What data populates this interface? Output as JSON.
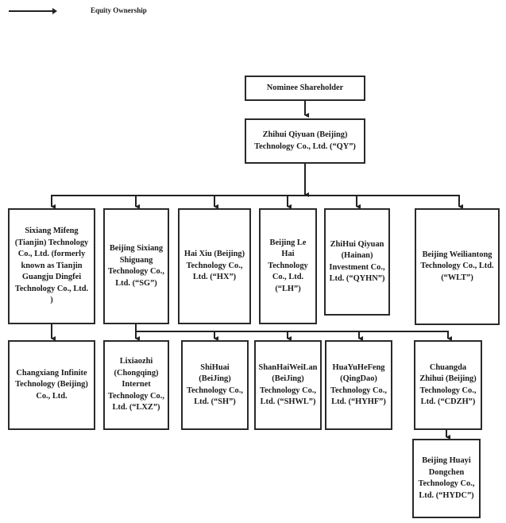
{
  "legend": {
    "arrow_icon": "arrow-right-icon",
    "label": "Equity Ownership"
  },
  "nodes": {
    "nominee": "Nominee Shareholder",
    "qy": "Zhihui Qiyuan (Beijing) Technology Co., Ltd. (“QY”)",
    "sixiang_mifeng": "Sixiang Mifeng (Tianjin) Technology Co., Ltd. (formerly known as Tianjin Guangju Dingfei Technology Co., Ltd. )",
    "sg": "Beijing Sixiang Shiguang Technology Co., Ltd. (“SG”)",
    "hx": "Hai Xiu (Beijing) Technology Co., Ltd. (“HX”)",
    "lh": "Beijing Le Hai Technology Co., Ltd. (“LH”)",
    "qyhn": "ZhiHui Qiyuan (Hainan) Investment Co., Ltd. (“QYHN”)",
    "wlt": "Beijing Weiliantong Technology Co., Ltd. (“WLT”)",
    "changxiang": "Changxiang Infinite Technology (Beijing) Co., Ltd.",
    "lxz": "Lixiaozhi (Chongqing) Internet Technology Co., Ltd. (“LXZ”)",
    "sh": "ShiHuai (BeiJing) Technology Co., Ltd. (“SH”)",
    "shwl": "ShanHaiWeiLan (BeiJing) Technology Co., Ltd. (“SHWL”)",
    "hyhf": "HuaYuHeFeng (QingDao) Technology Co., Ltd. (“HYHF”)",
    "cdzh": "Chuangda Zhihui (Beijing) Technology Co., Ltd. (“CDZH”)",
    "hydc": "Beijing Huayi Dongchen Technology Co., Ltd. (“HYDC”)"
  },
  "edges": [
    [
      "nominee",
      "qy"
    ],
    [
      "qy",
      "sixiang_mifeng"
    ],
    [
      "qy",
      "sg"
    ],
    [
      "qy",
      "hx"
    ],
    [
      "qy",
      "lh"
    ],
    [
      "qy",
      "qyhn"
    ],
    [
      "qy",
      "wlt"
    ],
    [
      "sixiang_mifeng",
      "changxiang"
    ],
    [
      "sg",
      "lxz"
    ],
    [
      "sg",
      "sh"
    ],
    [
      "sg",
      "shwl"
    ],
    [
      "sg",
      "hyhf"
    ],
    [
      "sg",
      "cdzh"
    ],
    [
      "cdzh",
      "hydc"
    ]
  ]
}
